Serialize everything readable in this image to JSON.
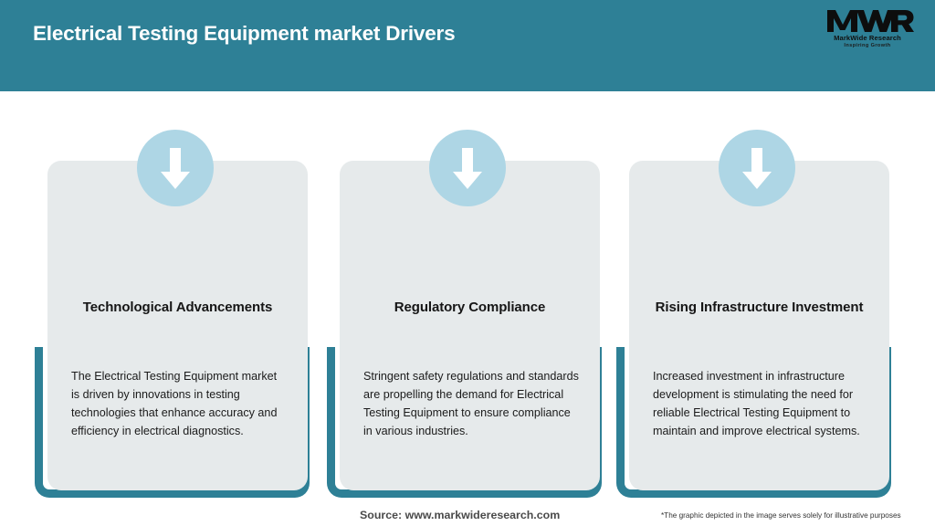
{
  "header": {
    "title": "Electrical Testing Equipment market Drivers",
    "background_color": "#2e8096",
    "title_color": "#ffffff"
  },
  "logo": {
    "mark": "MWR",
    "name": "MarkWide Research",
    "tagline": "Inspiring Growth"
  },
  "theme": {
    "accent_teal": "#2e8096",
    "panel_gray": "#e6eaeb",
    "icon_circle_blue": "#aed6e5",
    "arrow_white": "#ffffff"
  },
  "cards": [
    {
      "icon": "down-arrow-icon",
      "heading": "Technological Advancements",
      "body": "The Electrical Testing Equipment market is driven by innovations in testing technologies that enhance accuracy and efficiency in electrical diagnostics."
    },
    {
      "icon": "down-arrow-icon",
      "heading": "Regulatory Compliance",
      "body": "Stringent safety regulations and standards are propelling the demand for Electrical Testing Equipment to ensure compliance in various industries."
    },
    {
      "icon": "down-arrow-icon",
      "heading": "Rising Infrastructure Investment",
      "body": "Increased investment in infrastructure development is stimulating the need for reliable Electrical Testing Equipment to maintain and improve electrical systems."
    }
  ],
  "footer": {
    "source": "Source: www.markwideresearch.com",
    "disclaimer": "*The graphic depicted in the image serves solely for illustrative purposes"
  }
}
